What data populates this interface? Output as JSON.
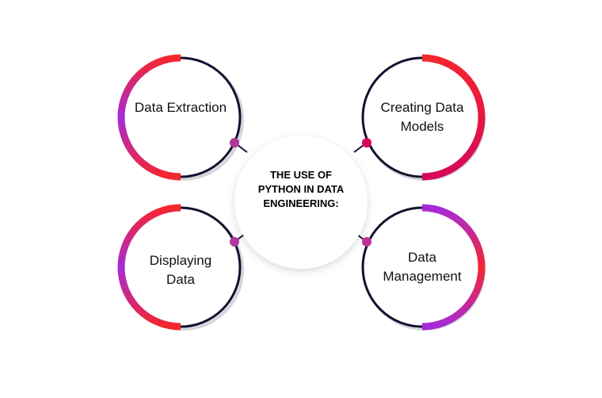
{
  "center": {
    "title": "THE USE OF PYTHON IN DATA ENGINEERING:"
  },
  "nodes": [
    {
      "label": "Data Extraction"
    },
    {
      "label": "Creating Data Models"
    },
    {
      "label": "Displaying Data"
    },
    {
      "label": "Data Management"
    }
  ],
  "colors": {
    "ring": "#14102e",
    "purple": "#a52bd9",
    "red": "#f5262d",
    "crimson": "#d6085a",
    "shadow": "#d3d6da"
  }
}
